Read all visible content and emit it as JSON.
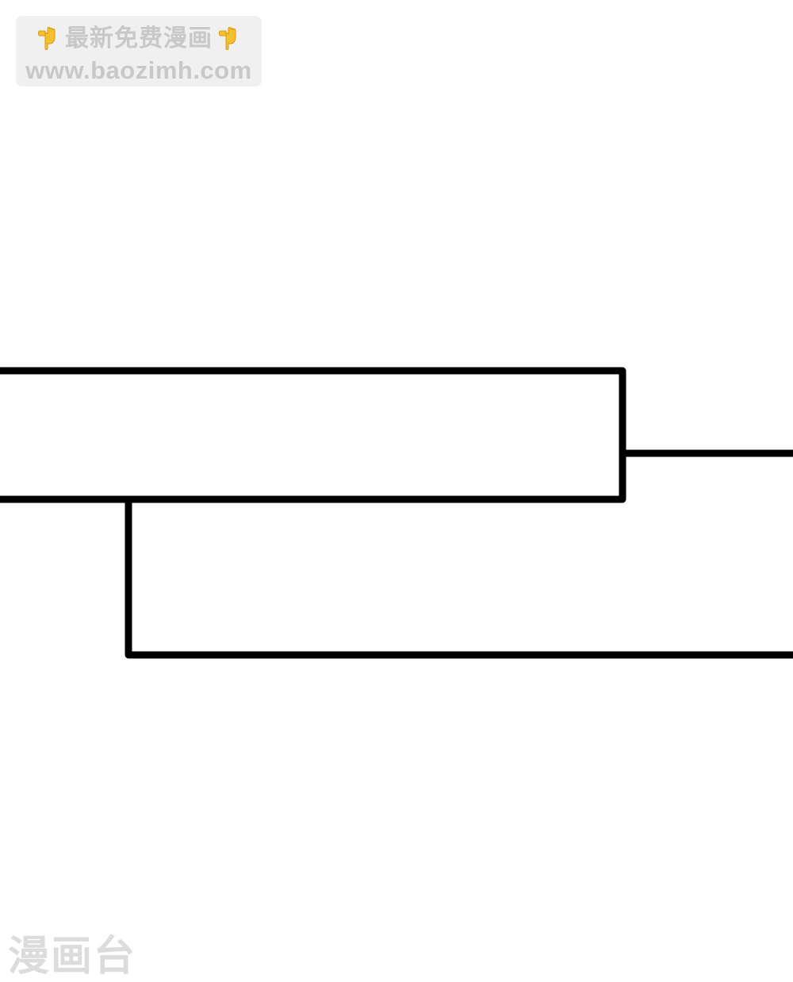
{
  "watermark": {
    "line1": "最新免费漫画",
    "line2": "www.baozimh.com",
    "icon_left": "pointing-down-hand-icon",
    "icon_right": "pointing-down-hand-icon",
    "icon_color": "#f5c02e"
  },
  "corner_mark": {
    "text": "漫画台"
  },
  "colors": {
    "background": "#ffffff",
    "line": "#000000",
    "watermark_text": "#c8c8c8"
  }
}
